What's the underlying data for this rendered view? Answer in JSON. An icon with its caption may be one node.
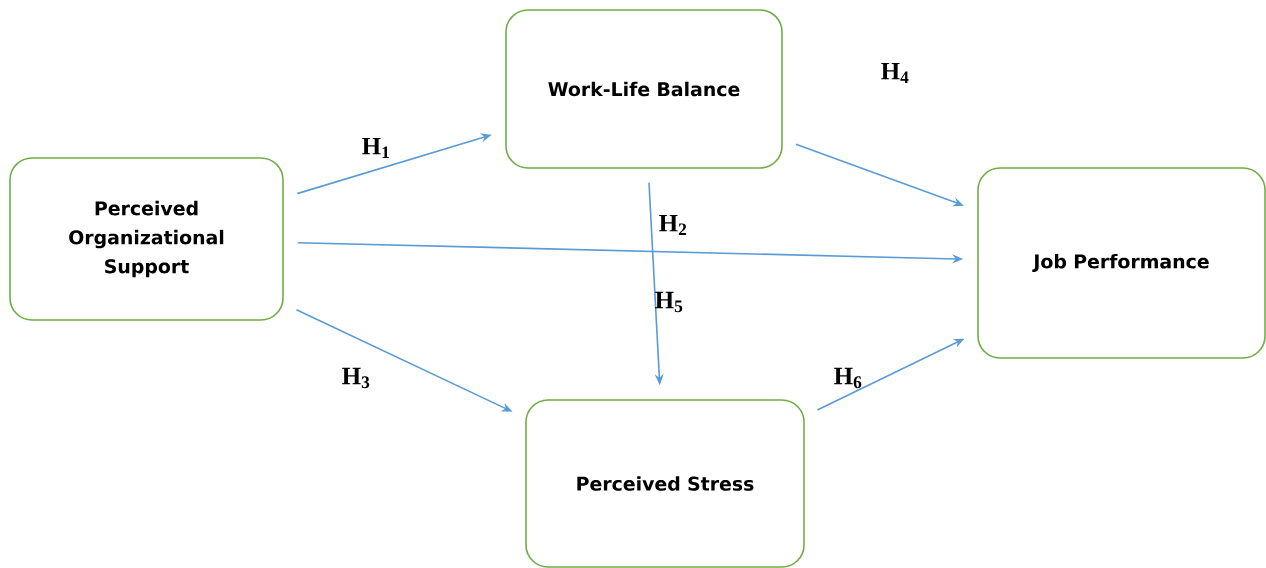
{
  "diagram": {
    "nodes": [
      {
        "text": [
          "Perceived Organizational Support"
        ]
      },
      {
        "text": [
          "Work-Life Balance"
        ]
      },
      {
        "text": [
          "Job Performance"
        ]
      },
      {
        "text": [
          "Perceived Stress"
        ]
      }
    ],
    "edges": [
      {
        "from": 0,
        "to": 1,
        "arrow": "to",
        "label": "H$_{1}$"
      },
      {
        "from": 0,
        "to": 2,
        "arrow": "to",
        "label": "H$_{2}$"
      },
      {
        "from": 0,
        "to": 3,
        "arrow": "to",
        "label": "H$_{3}$"
      },
      {
        "from": 1,
        "to": 2,
        "arrow": "to",
        "label": "H$_{4}$"
      },
      {
        "from": 1,
        "to": 3,
        "arrow": "to",
        "label": "H$_{5}$"
      },
      {
        "from": 3,
        "to": 2,
        "arrow": "to",
        "label": "H$_{6}$"
      }
    ]
  }
}
